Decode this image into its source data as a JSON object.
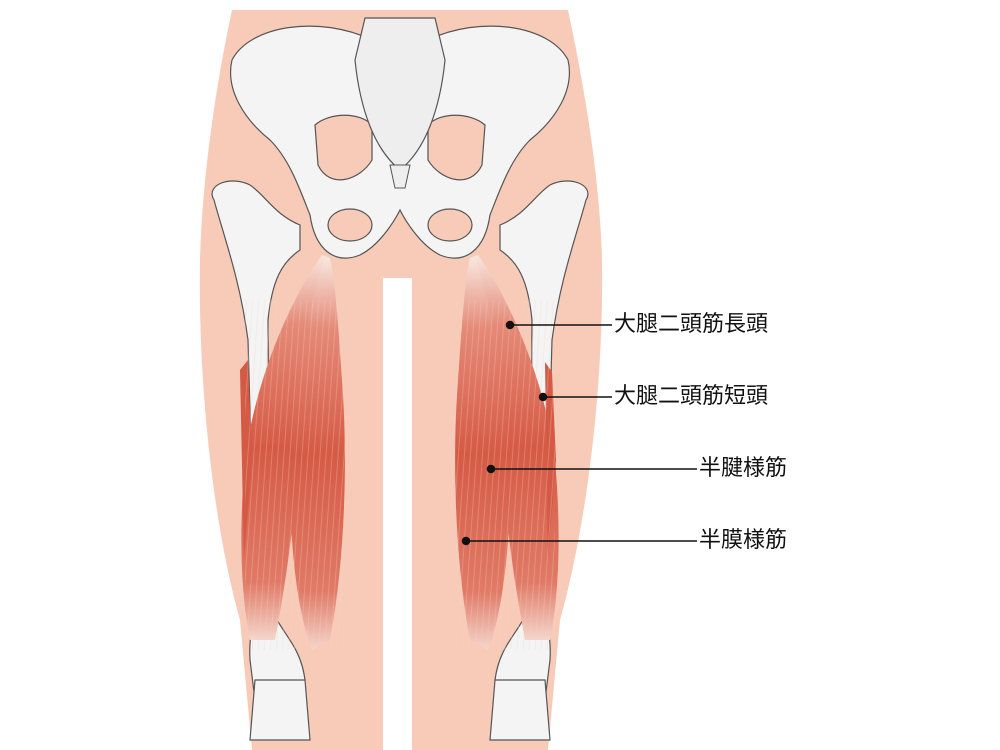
{
  "labels": [
    {
      "text": "大腿二頭筋長頭"
    },
    {
      "text": "大腿二頭筋短頭"
    },
    {
      "text": "半腱様筋"
    },
    {
      "text": "半膜様筋"
    }
  ],
  "colors": {
    "skin": "#f7cbb8",
    "bone": "#f4f4f4",
    "bone_outline": "#555555",
    "muscle": "#d9604a",
    "leader": "#111111"
  }
}
